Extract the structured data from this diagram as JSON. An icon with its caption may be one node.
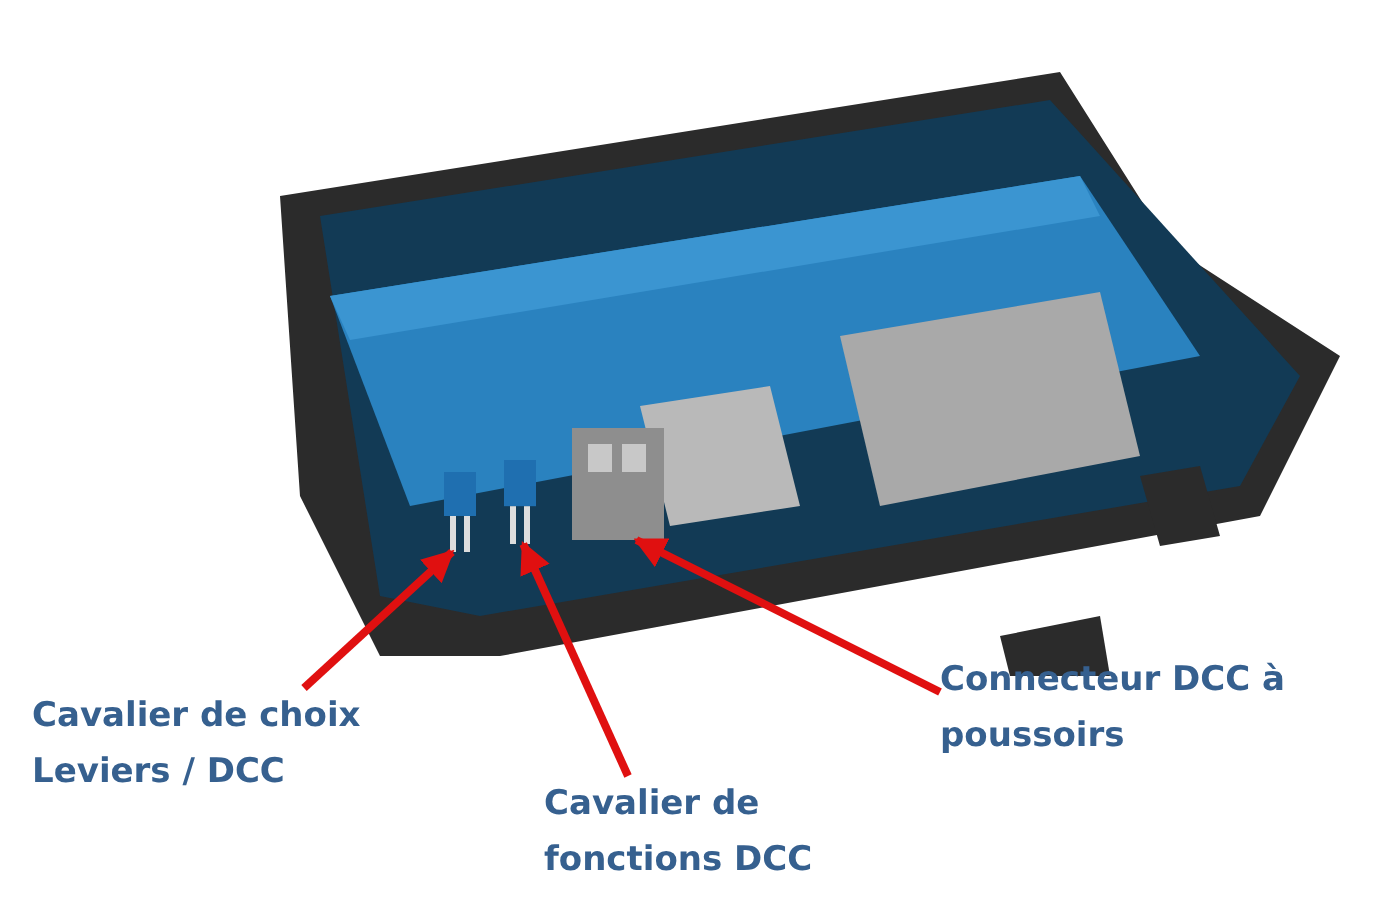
{
  "diagram": {
    "nodes": [
      {
        "text": [],
        "shape": "picture"
      },
      {
        "text": [],
        "shape": "box",
        "in": 0
      },
      {
        "text": [],
        "shape": "box",
        "in": 0
      },
      {
        "text": [],
        "shape": "box",
        "in": 0
      },
      {
        "text": [
          "Cavalier de choix Leviers / DCC"
        ]
      },
      {
        "text": [
          "Cavalier de fonctions DCC"
        ]
      },
      {
        "text": [
          "Connecteur DCC à poussoirs"
        ]
      }
    ],
    "edges": [
      {
        "from": 4,
        "to": 1,
        "arrow": "to"
      },
      {
        "from": 5,
        "to": 2,
        "arrow": "to"
      },
      {
        "from": 6,
        "to": 3,
        "arrow": "to"
      }
    ]
  }
}
